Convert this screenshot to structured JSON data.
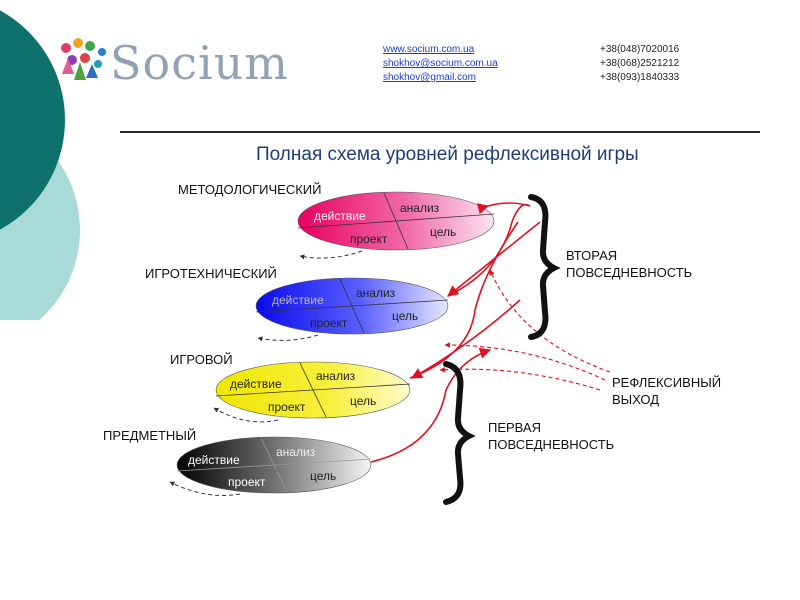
{
  "logo": {
    "text": "Socium"
  },
  "contacts": {
    "links": [
      "www.socium.com.ua",
      "shokhov@socium.com.ua",
      "shokhov@gmail.com"
    ],
    "phones": [
      "+38(048)7020016",
      "+38(068)2521212",
      "+38(093)1840333"
    ]
  },
  "title": "Полная схема уровней рефлексивной игры",
  "levels": [
    {
      "name": "МЕТОДОЛОГИЧЕСКИЙ",
      "color": "#e8005f"
    },
    {
      "name": "ИГРОТЕХНИЧЕСКИЙ",
      "color": "#1a1af0"
    },
    {
      "name": "ИГРОВОЙ",
      "color": "#f2ea00"
    },
    {
      "name": "ПРЕДМЕТНЫЙ",
      "color": "#000000"
    }
  ],
  "segments": {
    "action": "действие",
    "analysis": "анализ",
    "project": "проект",
    "goal": "цель"
  },
  "labels": {
    "second_line1": "ВТОРАЯ",
    "second_line2": "ПОВСЕДНЕВНОСТЬ",
    "reflexive_line1": "РЕФЛЕКСИВНЫЙ",
    "reflexive_line2": "ВЫХОД",
    "first_line1": "ПЕРВАЯ",
    "first_line2": "ПОВСЕДНЕВНОСТЬ"
  },
  "colors": {
    "arrow": "#e01020",
    "deco_dark": "#0d6f6a",
    "deco_light": "#9fd3d0",
    "title": "#1e3d7a"
  }
}
